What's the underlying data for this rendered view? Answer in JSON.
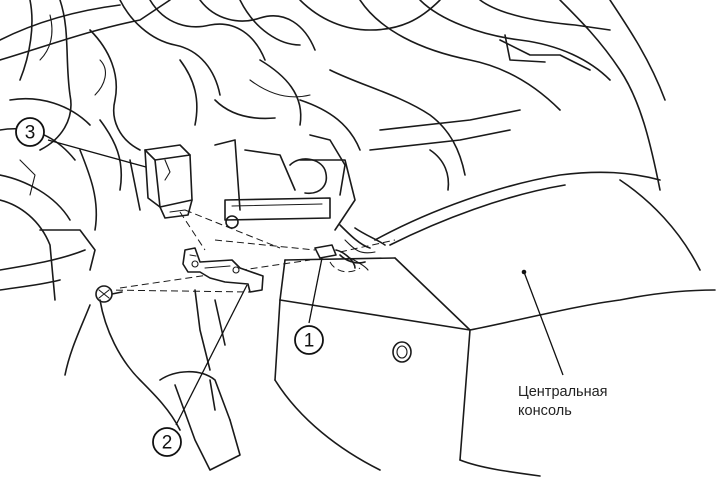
{
  "callouts": [
    {
      "id": "1",
      "label": "1"
    },
    {
      "id": "2",
      "label": "2"
    },
    {
      "id": "3",
      "label": "3"
    }
  ],
  "labels": {
    "center_console_line1": "Центральная",
    "center_console_line2": "консоль"
  }
}
